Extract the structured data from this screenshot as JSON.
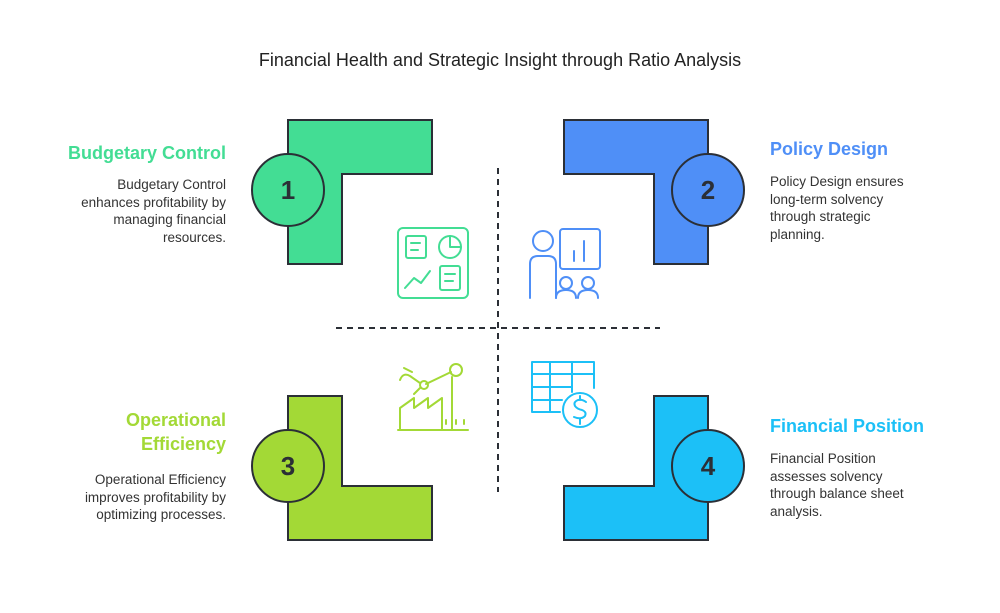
{
  "title": "Financial Health and Strategic Insight through Ratio Analysis",
  "colors": {
    "green": "#43dd94",
    "blue": "#4f8ff7",
    "lime": "#a3d936",
    "cyan": "#1cc0f7",
    "outline": "#2b2f36"
  },
  "quadrants": [
    {
      "number": "1",
      "heading": "Budgetary Control",
      "heading_color": "#43dd94",
      "description": [
        "Budgetary Control",
        "enhances profitability by",
        "managing financial",
        "resources."
      ],
      "icon": "dashboard-icon"
    },
    {
      "number": "2",
      "heading": "Policy Design",
      "heading_color": "#4f8ff7",
      "description": [
        "Policy Design ensures",
        "long-term solvency",
        "through strategic",
        "planning."
      ],
      "icon": "presentation-icon"
    },
    {
      "number": "3",
      "heading": [
        "Operational",
        "Efficiency"
      ],
      "heading_color": "#a3d936",
      "description": [
        "Operational Efficiency",
        "improves profitability by",
        "optimizing processes."
      ],
      "icon": "factory-icon"
    },
    {
      "number": "4",
      "heading": "Financial Position",
      "heading_color": "#1cc0f7",
      "description": [
        "Financial Position",
        "assesses solvency",
        "through balance sheet",
        "analysis."
      ],
      "icon": "spreadsheet-dollar-icon"
    }
  ]
}
